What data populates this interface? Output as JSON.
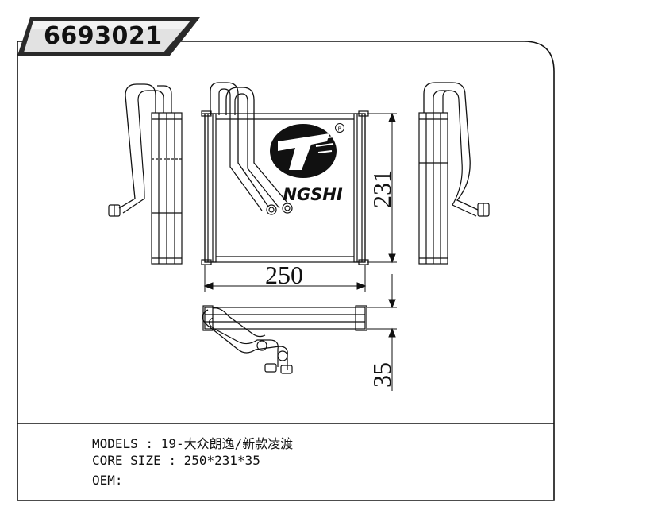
{
  "part_number": "6693021",
  "brand": {
    "name": "NGSHI",
    "registered_mark": "®"
  },
  "dimensions": {
    "width": "250",
    "height": "231",
    "depth": "35"
  },
  "info": {
    "models_label": "MODELS",
    "models_value": "19-大众朗逸/新款凌渡",
    "core_size_label": "CORE SIZE",
    "core_size_value": "250*231*35",
    "oem_label": "OEM:",
    "oem_value": ""
  },
  "colors": {
    "line": "#111111",
    "tab_dark": "#2a2a2a",
    "tab_light": "#cfcfcf"
  }
}
